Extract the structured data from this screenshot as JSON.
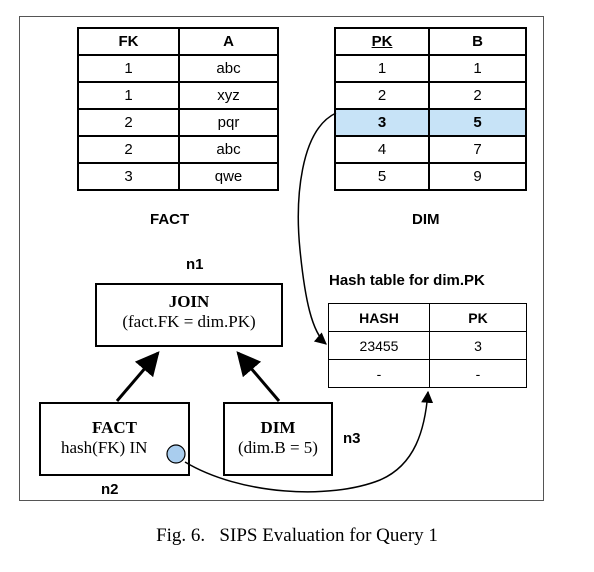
{
  "fact_table": {
    "headers": [
      "FK",
      "A"
    ],
    "rows": [
      [
        "1",
        "abc"
      ],
      [
        "1",
        "xyz"
      ],
      [
        "2",
        "pqr"
      ],
      [
        "2",
        "abc"
      ],
      [
        "3",
        "qwe"
      ]
    ],
    "label": "FACT"
  },
  "dim_table": {
    "headers": [
      "PK",
      "B"
    ],
    "rows": [
      [
        "1",
        "1"
      ],
      [
        "2",
        "2"
      ],
      [
        "3",
        "5"
      ],
      [
        "4",
        "7"
      ],
      [
        "5",
        "9"
      ]
    ],
    "highlighted_row": 2,
    "highlight_color": "#c7e3f7",
    "label": "DIM"
  },
  "hash_table": {
    "title": "Hash table for dim.PK",
    "headers": [
      "HASH",
      "PK"
    ],
    "rows": [
      [
        "23455",
        "3"
      ],
      [
        "-",
        "-"
      ]
    ]
  },
  "nodes": {
    "n1_label": "n1",
    "join_title": "JOIN",
    "join_cond": "(fact.FK = dim.PK)",
    "fact_title": "FACT",
    "fact_filter": "hash(FK) IN",
    "n2_label": "n2",
    "dim_title": "DIM",
    "dim_filter": "(dim.B = 5)",
    "n3_label": "n3"
  },
  "caption": "Fig. 6.   SIPS Evaluation for Query 1",
  "colors": {
    "probe_circle": "#a9cdee"
  }
}
